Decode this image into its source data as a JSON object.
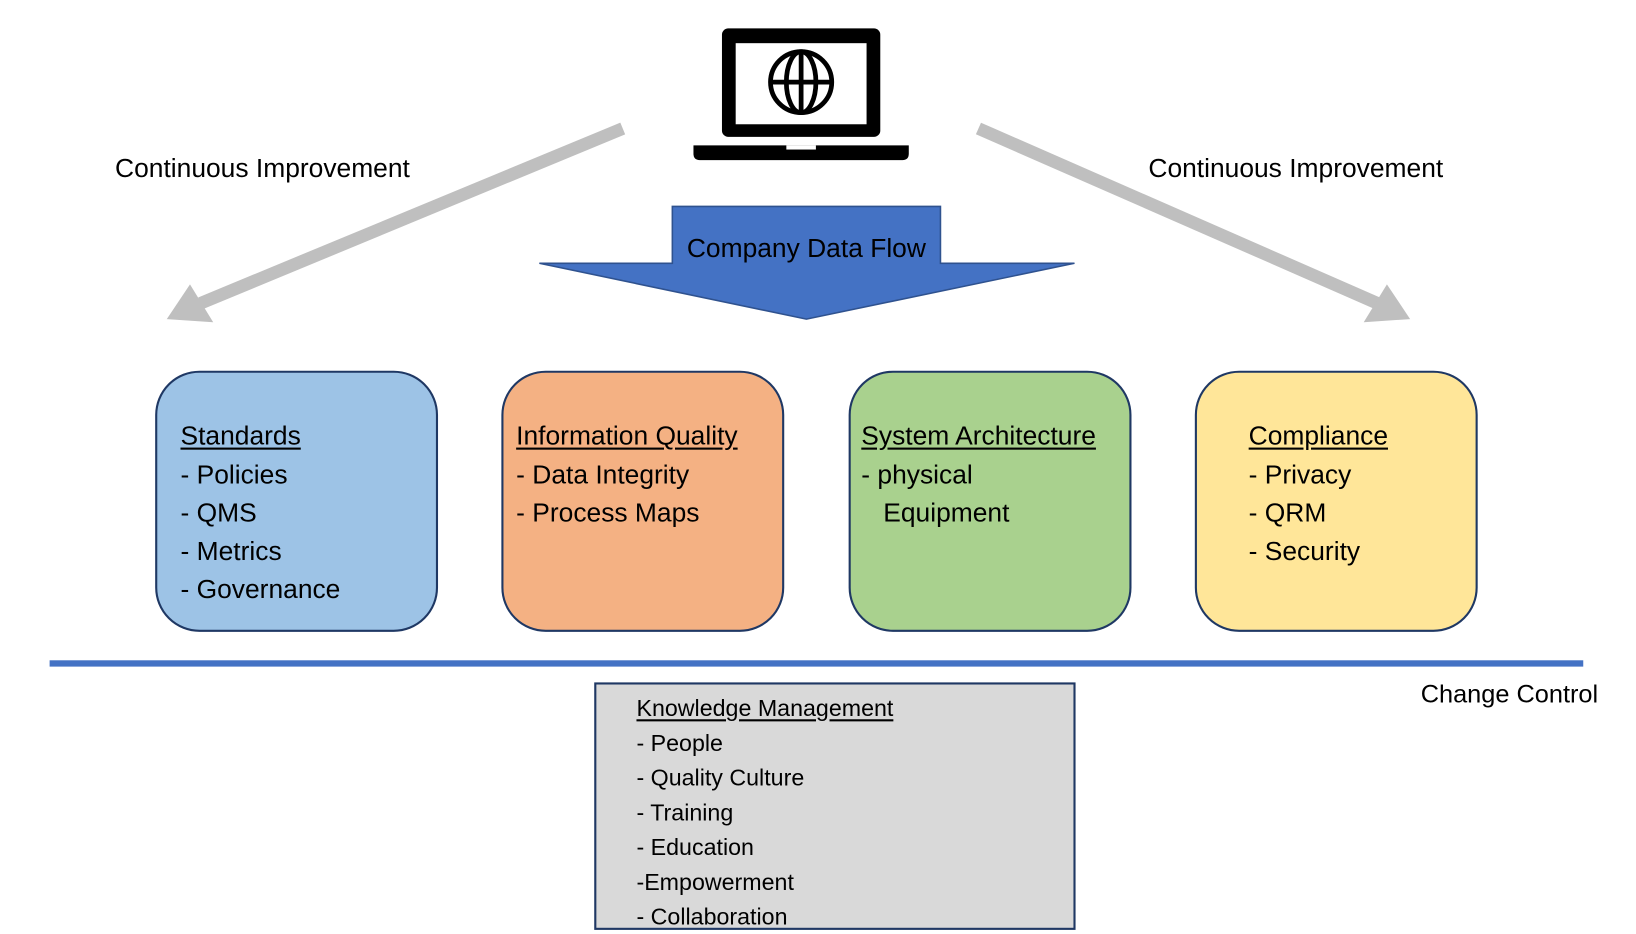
{
  "colors": {
    "flow_arrow": "#4472C4",
    "flow_arrow_border": "#2F528F",
    "improvement_arrows": "#BFBFBF",
    "standards_fill": "#9DC3E6",
    "information_quality_fill": "#F4B183",
    "system_architecture_fill": "#A9D18E",
    "compliance_fill": "#FFE699",
    "knowledge_fill": "#D9D9D9",
    "change_control_line": "#4472C4",
    "box_border": "#1F3864"
  },
  "icon": "laptop-globe-icon",
  "left_arrow_label": "Continuous Improvement",
  "right_arrow_label": "Continuous Improvement",
  "flow_label": "Company Data Flow",
  "boxes": [
    {
      "title": "Standards",
      "items": [
        "- Policies",
        "- QMS",
        "- Metrics",
        "- Governance"
      ]
    },
    {
      "title": "Information Quality",
      "items": [
        "- Data Integrity",
        "- Process Maps"
      ]
    },
    {
      "title": "System Architecture",
      "items": [
        "- physical",
        "   Equipment"
      ]
    },
    {
      "title": "Compliance",
      "items": [
        "- Privacy",
        "- QRM",
        "- Security"
      ]
    }
  ],
  "change_control_label": "Change Control",
  "knowledge": {
    "title": "Knowledge Management",
    "items": [
      "- People",
      "- Quality Culture",
      "- Training",
      "- Education",
      "-Empowerment",
      "- Collaboration"
    ]
  }
}
